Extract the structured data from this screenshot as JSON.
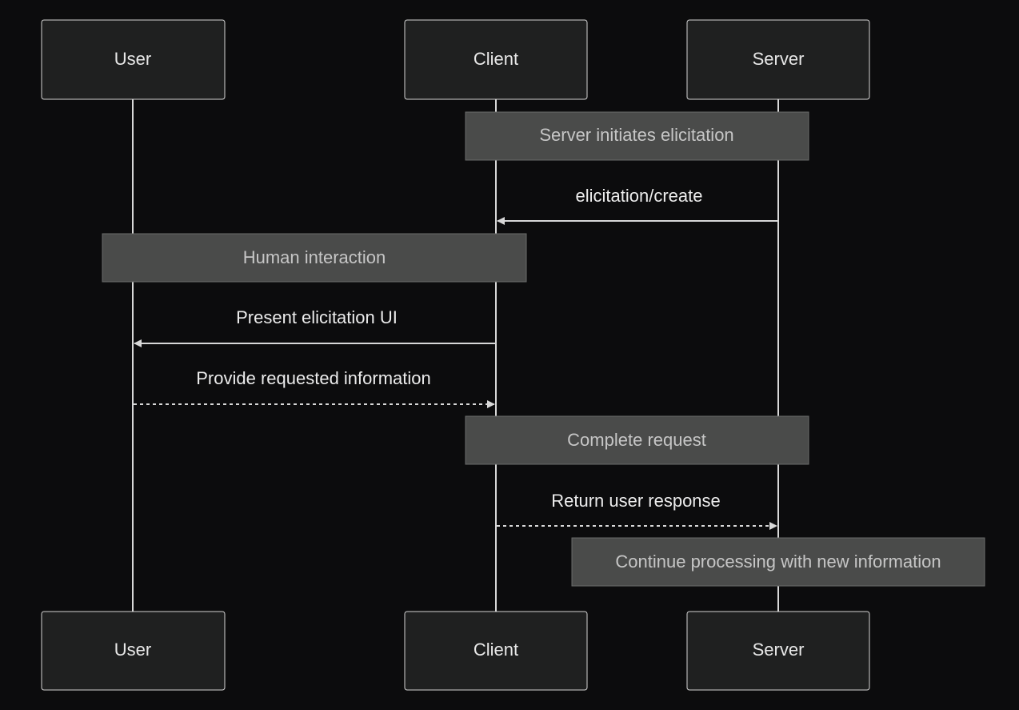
{
  "participants": [
    {
      "id": "user",
      "label": "User"
    },
    {
      "id": "client",
      "label": "Client"
    },
    {
      "id": "server",
      "label": "Server"
    }
  ],
  "notes": [
    {
      "text": "Server initiates elicitation",
      "over": [
        "client",
        "server"
      ]
    },
    {
      "text": "Human interaction",
      "over": [
        "user",
        "client"
      ]
    },
    {
      "text": "Complete request",
      "over": [
        "client",
        "server"
      ]
    },
    {
      "text": "Continue processing with new information",
      "over": [
        "server"
      ]
    }
  ],
  "messages": [
    {
      "from": "server",
      "to": "client",
      "text": "elicitation/create",
      "style": "solid"
    },
    {
      "from": "client",
      "to": "user",
      "text": "Present elicitation UI",
      "style": "solid"
    },
    {
      "from": "user",
      "to": "client",
      "text": "Provide requested information",
      "style": "dashed"
    },
    {
      "from": "client",
      "to": "server",
      "text": "Return user response",
      "style": "dashed"
    }
  ],
  "colors": {
    "background": "#0c0c0d",
    "actor_fill": "#1f2020",
    "note_fill": "#4a4b4a",
    "line": "#d8d8d8"
  }
}
